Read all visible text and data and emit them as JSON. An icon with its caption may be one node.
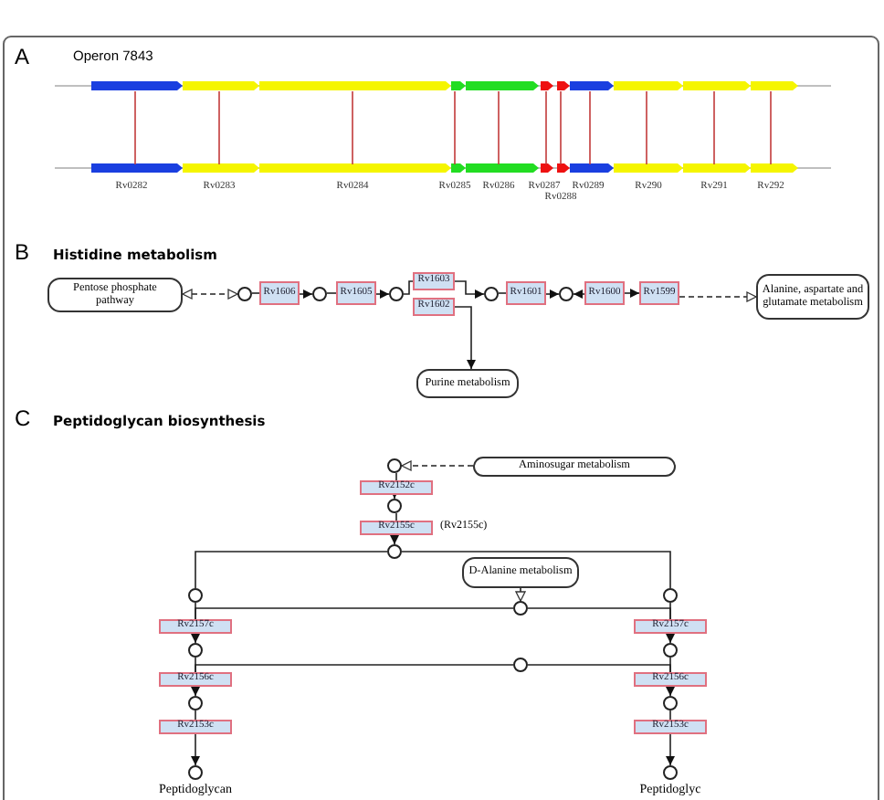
{
  "diagram": {
    "nodes": [
      {
        "text": [
          "Pentose phosphate pathway"
        ]
      },
      {
        "text": [],
        "shape": "circle"
      },
      {
        "text": [
          "Rv1606"
        ]
      },
      {
        "text": [],
        "shape": "circle"
      },
      {
        "text": [
          "Rv1605"
        ]
      },
      {
        "text": [],
        "shape": "circle"
      },
      {
        "text": [
          "Rv1603"
        ]
      },
      {
        "text": [
          "Rv1602"
        ]
      },
      {
        "text": [],
        "shape": "circle"
      },
      {
        "text": [
          "Rv1601"
        ]
      },
      {
        "text": [],
        "shape": "circle"
      },
      {
        "text": [
          "Rv1600"
        ]
      },
      {
        "text": [
          "Rv1599"
        ]
      },
      {
        "text": [
          "Alanine, aspartate and glutamate metabolism"
        ]
      },
      {
        "text": [
          "Purine metabolism"
        ]
      },
      {
        "text": [],
        "shape": "circle"
      },
      {
        "text": [
          "Aminosugar metabolism"
        ]
      },
      {
        "text": [
          "Rv2152c"
        ]
      },
      {
        "text": [],
        "shape": "circle"
      },
      {
        "text": [
          "Rv2155c"
        ],
        "beside": [
          "(Rv2155c)"
        ]
      },
      {
        "text": [],
        "shape": "circle"
      },
      {
        "text": [
          "D-Alanine metabolism"
        ]
      },
      {
        "text": [],
        "shape": "circle"
      },
      {
        "text": [],
        "shape": "circle"
      },
      {
        "text": [],
        "shape": "circle"
      },
      {
        "text": [
          "Rv2157c"
        ]
      },
      {
        "text": [
          "Rv2157c"
        ]
      },
      {
        "text": [],
        "shape": "circle"
      },
      {
        "text": [],
        "shape": "circle"
      },
      {
        "text": [],
        "shape": "circle"
      },
      {
        "text": [
          "Rv2156c"
        ]
      },
      {
        "text": [
          "Rv2156c"
        ]
      },
      {
        "text": [],
        "shape": "circle"
      },
      {
        "text": [],
        "shape": "circle"
      },
      {
        "text": [
          "Rv2153c"
        ]
      },
      {
        "text": [
          "Rv2153c"
        ]
      },
      {
        "text": [],
        "shape": "circle"
      },
      {
        "text": [],
        "shape": "circle"
      }
    ],
    "edges": [
      {
        "from": 0,
        "to": 1,
        "arrow": "both",
        "style": "dashed"
      },
      {
        "from": 1,
        "to": 2,
        "arrow": "none"
      },
      {
        "from": 2,
        "to": 3,
        "arrow": "to"
      },
      {
        "from": 3,
        "to": 4,
        "arrow": "none"
      },
      {
        "from": 4,
        "to": 5,
        "arrow": "to"
      },
      {
        "from": 5,
        "to": 6,
        "arrow": "none"
      },
      {
        "from": 6,
        "to": 8,
        "arrow": "to"
      },
      {
        "from": 7,
        "to": 14,
        "arrow": "to"
      },
      {
        "from": 8,
        "to": 9,
        "arrow": "none"
      },
      {
        "from": 9,
        "to": 10,
        "arrow": "to"
      },
      {
        "from": 11,
        "to": 10,
        "arrow": "to"
      },
      {
        "from": 11,
        "to": 12,
        "arrow": "to"
      },
      {
        "from": 12,
        "to": 13,
        "arrow": "to",
        "style": "dashed"
      },
      {
        "from": 16,
        "to": 15,
        "arrow": "to",
        "style": "dashed"
      },
      {
        "from": 15,
        "to": 17,
        "arrow": "none"
      },
      {
        "from": 17,
        "to": 18,
        "arrow": "to"
      },
      {
        "from": 18,
        "to": 19,
        "arrow": "none"
      },
      {
        "from": 19,
        "to": 20,
        "arrow": "to"
      },
      {
        "from": 20,
        "to": 22,
        "arrow": "none"
      },
      {
        "from": 20,
        "to": 23,
        "arrow": "none"
      },
      {
        "from": 21,
        "to": 24,
        "arrow": "to",
        "style": "dashed"
      },
      {
        "from": 22,
        "to": 25,
        "arrow": "none"
      },
      {
        "from": 23,
        "to": 26,
        "arrow": "none"
      },
      {
        "from": 24,
        "to": 25,
        "arrow": "none"
      },
      {
        "from": 24,
        "to": 26,
        "arrow": "none"
      },
      {
        "from": 25,
        "to": 27,
        "arrow": "to"
      },
      {
        "from": 26,
        "to": 28,
        "arrow": "to"
      },
      {
        "from": 27,
        "to": 30,
        "arrow": "none"
      },
      {
        "from": 28,
        "to": 31,
        "arrow": "none"
      },
      {
        "from": 29,
        "to": 30,
        "arrow": "none"
      },
      {
        "from": 29,
        "to": 31,
        "arrow": "none"
      },
      {
        "from": 30,
        "to": 32,
        "arrow": "to"
      },
      {
        "from": 31,
        "to": 33,
        "arrow": "to"
      },
      {
        "from": 32,
        "to": 34,
        "arrow": "none"
      },
      {
        "from": 33,
        "to": 35,
        "arrow": "none"
      },
      {
        "from": 34,
        "to": 36,
        "arrow": "to"
      },
      {
        "from": 35,
        "to": 37,
        "arrow": "to"
      }
    ],
    "labels": [
      "A",
      "Operon 7843",
      "Rv0282",
      "Rv0283",
      "Rv0284",
      "Rv0285",
      "Rv0286",
      "Rv0287",
      "Rv0288",
      "Rv0289",
      "Rv290",
      "Rv291",
      "Rv292",
      "B",
      "Histidine metabolism",
      "C",
      "Peptidoglycan biosynthesis",
      "Peptidoglycan",
      "Peptidoglyc"
    ]
  }
}
